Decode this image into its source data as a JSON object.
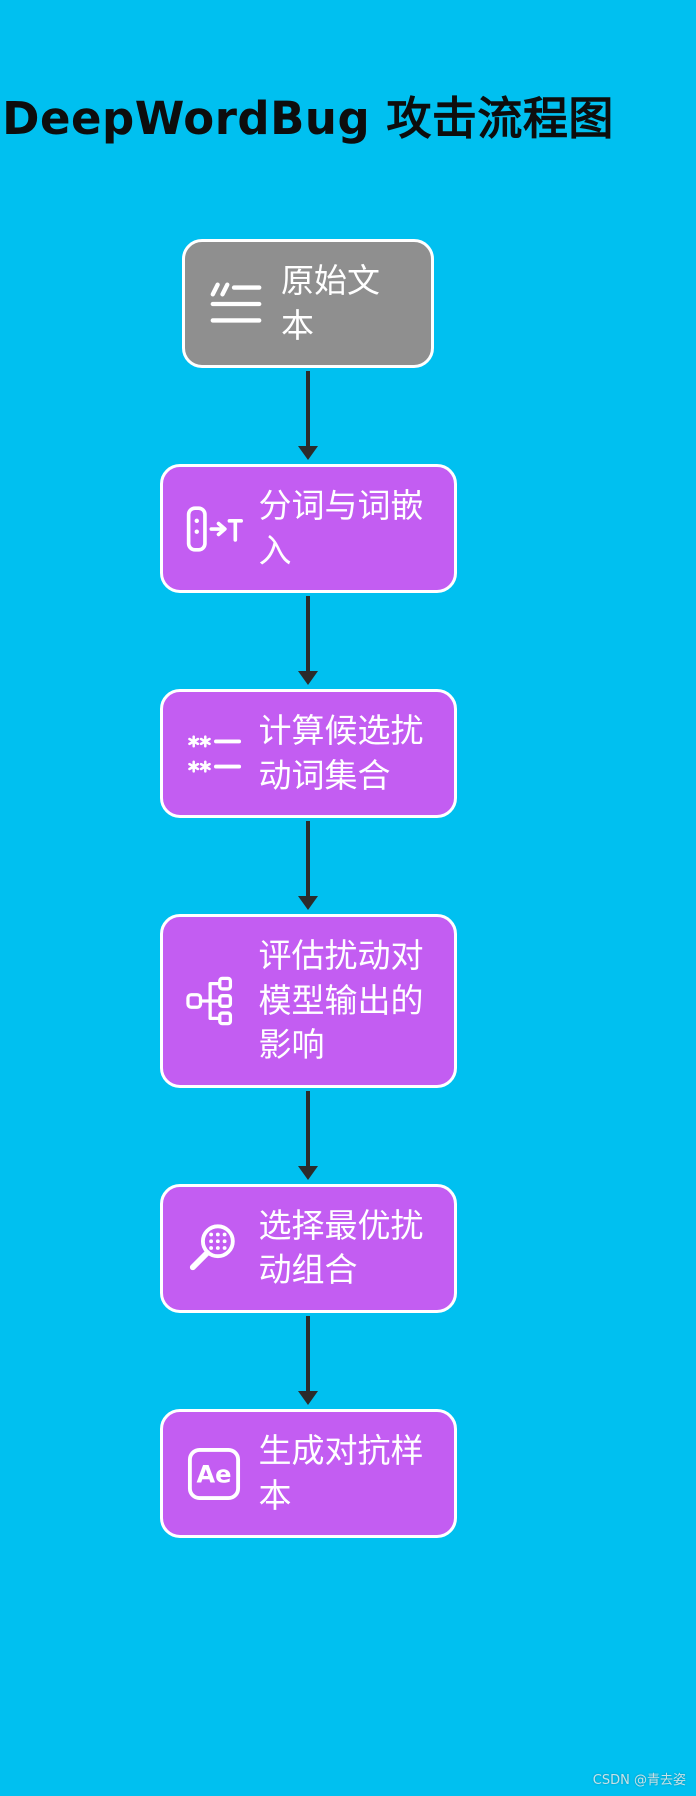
{
  "title": "DeepWordBug 攻击流程图",
  "colors": {
    "background": "#00c0f0",
    "node_gray": "#8f8f8f",
    "node_purple": "#c35df2",
    "node_border": "#ffffff",
    "node_text": "#ffffff",
    "title_text": "#0d0d0d",
    "arrow": "#2b2b2b"
  },
  "nodes": [
    {
      "label": "原始文本",
      "icon": "quote-text-icon",
      "variant": "gray"
    },
    {
      "label": "分词与词嵌入",
      "icon": "tokenize-icon",
      "variant": "purple"
    },
    {
      "label": "计算候选扰动词集合",
      "icon": "candidate-list-icon",
      "variant": "purple"
    },
    {
      "label": "评估扰动对模型输出的影响",
      "icon": "evaluate-graph-icon",
      "variant": "purple"
    },
    {
      "label": "选择最优扰动组合",
      "icon": "search-select-icon",
      "variant": "purple"
    },
    {
      "label": "生成对抗样本",
      "icon": "adversarial-sample-icon",
      "variant": "purple",
      "icon_text": "Ae"
    }
  ],
  "watermark": "CSDN @青去姿"
}
